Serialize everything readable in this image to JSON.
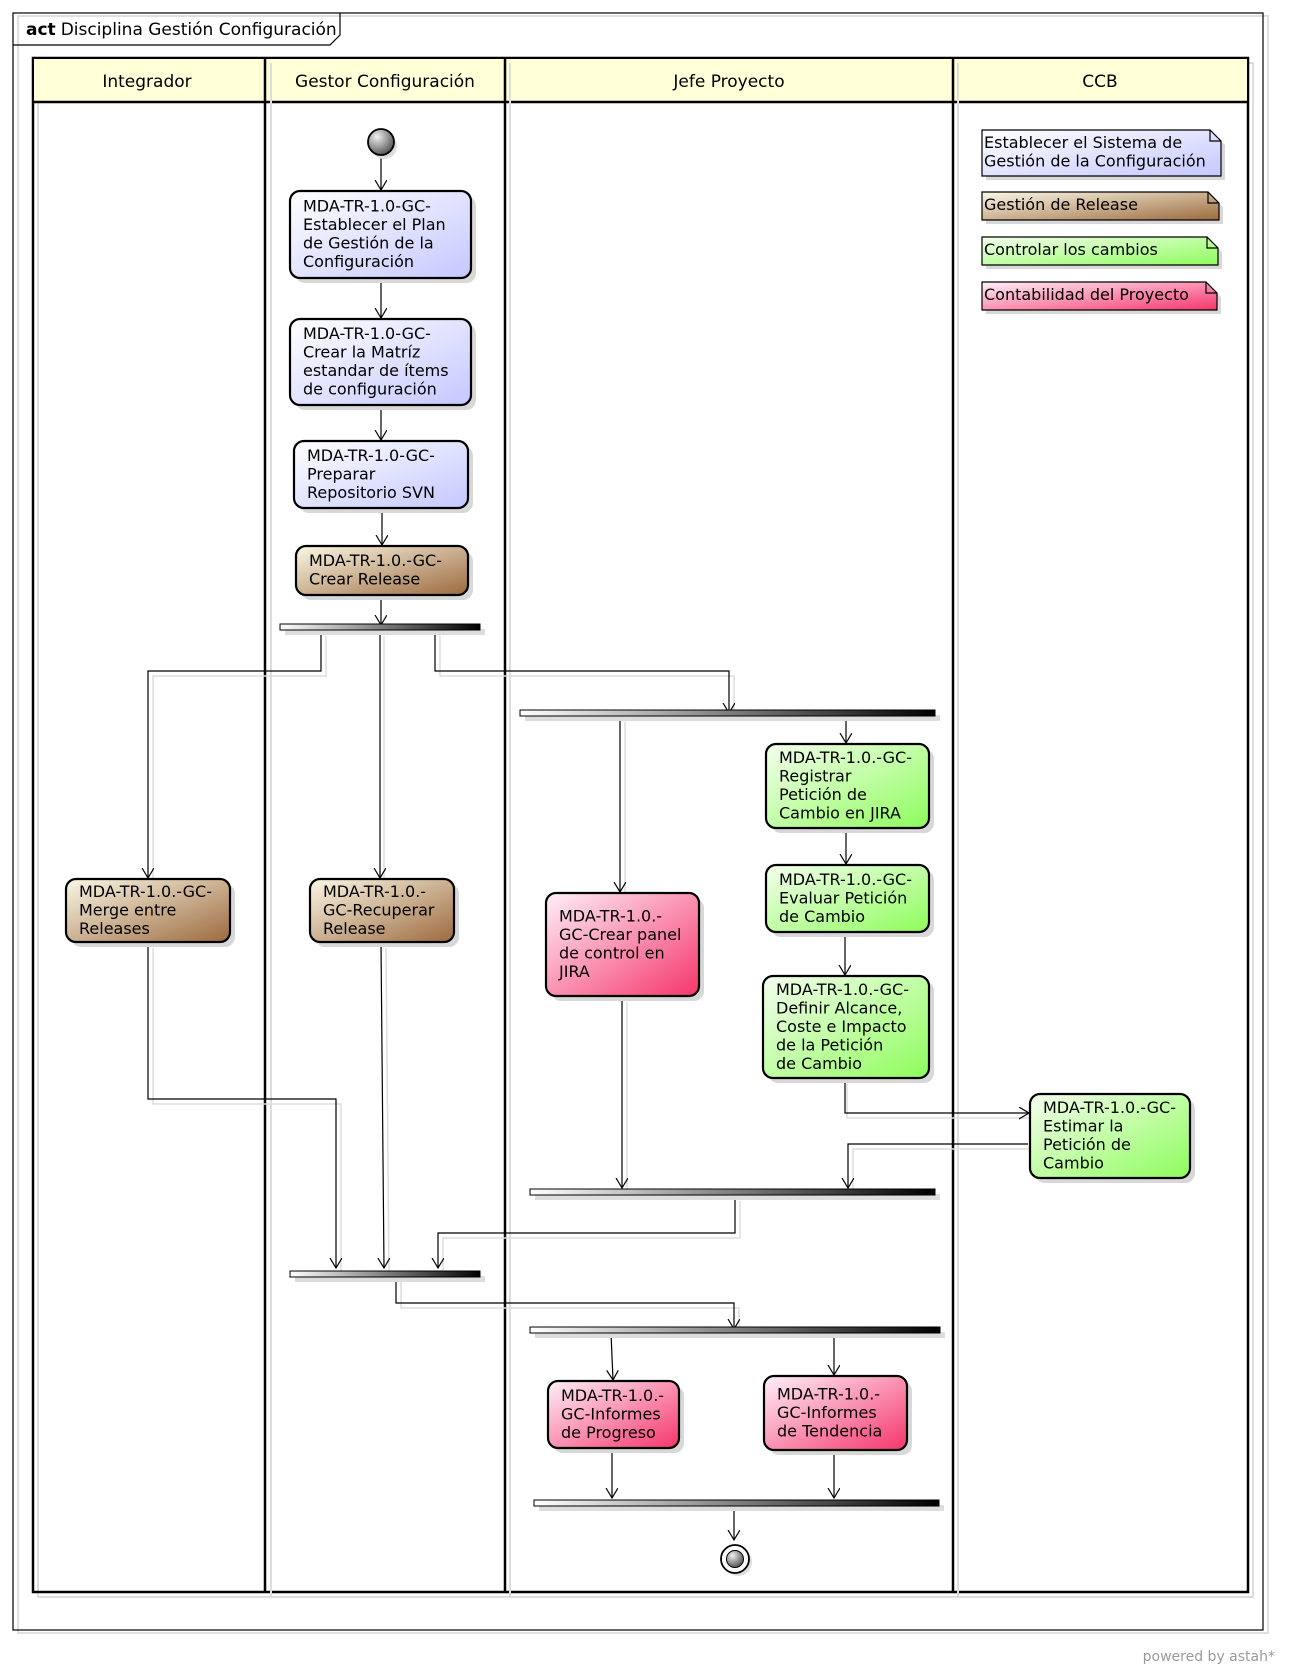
{
  "frame": {
    "keyword": "act",
    "title": "Disciplina Gestión Configuración"
  },
  "lanes": [
    "Integrador",
    "Gestor Configuración",
    "Jefe Proyecto",
    "CCB"
  ],
  "legend": [
    {
      "label": "Establecer el Sistema de Gestión de la Configuración",
      "lines": [
        "Establecer el Sistema de",
        "Gestión de la Configuración"
      ],
      "color": "blue"
    },
    {
      "label": "Gestión de Release",
      "lines": [
        "Gestión de Release"
      ],
      "color": "brown"
    },
    {
      "label": "Controlar los cambios",
      "lines": [
        "Controlar los cambios"
      ],
      "color": "green"
    },
    {
      "label": "Contabilidad del Proyecto",
      "lines": [
        "Contabilidad del Proyecto"
      ],
      "color": "pink"
    }
  ],
  "actions": [
    {
      "id": "plan",
      "lines": [
        "MDA-TR-1.0-GC-",
        "Establecer el Plan",
        "de Gestión de la",
        "Configuración"
      ],
      "color": "blue"
    },
    {
      "id": "matriz",
      "lines": [
        "MDA-TR-1.0-GC-",
        "Crear la Matríz",
        "estandar de ítems",
        "de configuración"
      ],
      "color": "blue"
    },
    {
      "id": "svn",
      "lines": [
        "MDA-TR-1.0-GC-",
        "Preparar",
        "Repositorio SVN"
      ],
      "color": "blue"
    },
    {
      "id": "release",
      "lines": [
        "MDA-TR-1.0.-GC-",
        "Crear Release"
      ],
      "color": "brown"
    },
    {
      "id": "merge",
      "lines": [
        "MDA-TR-1.0.-GC-",
        "Merge entre",
        "Releases"
      ],
      "color": "brown"
    },
    {
      "id": "recuperar",
      "lines": [
        "MDA-TR-1.0.-",
        "GC-Recuperar",
        "Release"
      ],
      "color": "brown"
    },
    {
      "id": "registrar",
      "lines": [
        "MDA-TR-1.0.-GC-",
        "Registrar",
        "Petición de",
        "Cambio en JIRA"
      ],
      "color": "green"
    },
    {
      "id": "evaluar",
      "lines": [
        "MDA-TR-1.0.-GC-",
        "Evaluar Petición",
        "de Cambio"
      ],
      "color": "green"
    },
    {
      "id": "definir",
      "lines": [
        "MDA-TR-1.0.-GC-",
        "Definir Alcance,",
        "Coste e Impacto",
        "de la Petición",
        "de Cambio"
      ],
      "color": "green"
    },
    {
      "id": "panel",
      "lines": [
        "MDA-TR-1.0.-",
        "GC-Crear panel",
        "de control en",
        "JIRA"
      ],
      "color": "pink"
    },
    {
      "id": "estimar",
      "lines": [
        "MDA-TR-1.0.-GC-",
        "Estimar la",
        "Petición de",
        "Cambio"
      ],
      "color": "green"
    },
    {
      "id": "progreso",
      "lines": [
        "MDA-TR-1.0.-",
        "GC-Informes",
        "de Progreso"
      ],
      "color": "pink"
    },
    {
      "id": "tendencia",
      "lines": [
        "MDA-TR-1.0.-",
        "GC-Informes",
        "de Tendencia"
      ],
      "color": "pink"
    }
  ],
  "colors": {
    "blue": [
      "#ffffff",
      "#c4c8ff"
    ],
    "brown": [
      "#fbf8e6",
      "#9c6a3e"
    ],
    "green": [
      "#f4ffee",
      "#8efc5c"
    ],
    "pink": [
      "#fff0fa",
      "#f5356a"
    ],
    "lane_header": "#ffffd8"
  },
  "footer": "powered by astah*"
}
